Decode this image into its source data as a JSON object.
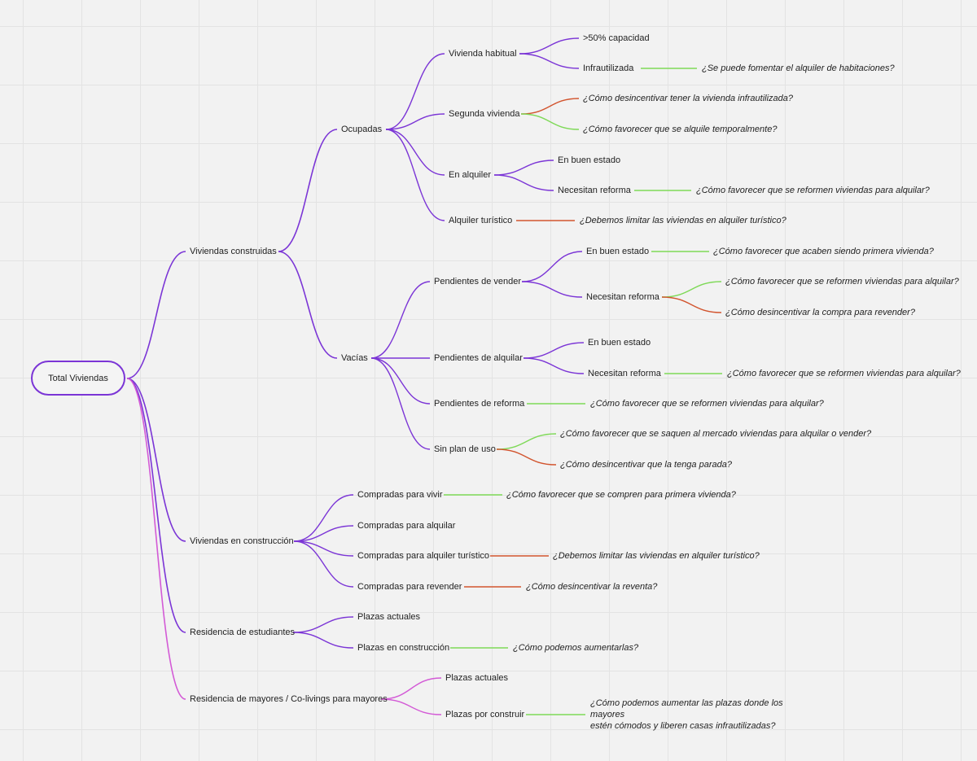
{
  "root": "Total Viviendas",
  "level1": [
    "Viviendas construidas",
    "Viviendas en construcción",
    "Residencia de estudiantes",
    "Residencia de mayores / Co-livings para mayores"
  ],
  "construidas": {
    "ocupadas": "Ocupadas",
    "vacias": "Vacías",
    "ocupadas_children": [
      "Vivienda habitual",
      "Segunda vivienda",
      "En alquiler",
      "Alquiler turístico"
    ],
    "habitual_children": [
      ">50% capacidad",
      "Infrautilizada"
    ],
    "alquiler_children": [
      "En buen estado",
      "Necesitan reforma"
    ],
    "vacias_children": [
      "Pendientes de vender",
      "Pendientes de alquilar",
      "Pendientes de reforma",
      "Sin plan de uso"
    ],
    "vender_children": [
      "En buen estado",
      "Necesitan reforma"
    ],
    "alquilar_children": [
      "En buen estado",
      "Necesitan reforma"
    ]
  },
  "construccion_children": [
    "Compradas para vivir",
    "Compradas para alquilar",
    "Compradas para alquiler turístico",
    "Compradas para revender"
  ],
  "estudiantes_children": [
    "Plazas actuales",
    "Plazas en construcción"
  ],
  "mayores_children": [
    "Plazas actuales",
    "Plazas por construir"
  ],
  "questions": {
    "habitaciones": "¿Se puede fomentar el alquiler de habitaciones?",
    "desincentivar_infrautilizada": "¿Cómo desincentivar tener la vivienda infrautilizada?",
    "alquile_temporal": "¿Cómo favorecer que se alquile temporalmente?",
    "reformen_alquilar": "¿Cómo favorecer que se reformen viviendas para alquilar?",
    "limitar_turistico": "¿Debemos limitar las viviendas en alquiler turístico?",
    "primera_vivienda": "¿Cómo favorecer que acaben siendo primera vivienda?",
    "desincentivar_compra": "¿Cómo desincentivar la compra para revender?",
    "saquen_mercado": "¿Cómo favorecer que se saquen al mercado viviendas para alquilar o vender?",
    "tenga_parada": "¿Cómo desincentivar que la tenga parada?",
    "compren_primera": "¿Cómo favorecer que se compren para primera vivienda?",
    "reventa": "¿Cómo desincentivar la reventa?",
    "aumentarlas": "¿Cómo podemos aumentarlas?",
    "mayores_line1": "¿Cómo podemos aumentar las plazas donde los mayores",
    "mayores_line2": "estén cómodos y liberen casas infrautilizadas?"
  },
  "colors": {
    "branch": "#7b35d6",
    "branch_light": "#d35ad6",
    "positive": "#7ed957",
    "negative": "#d2542e",
    "grid": "#e3e3e3",
    "background": "#f2f2f2"
  }
}
